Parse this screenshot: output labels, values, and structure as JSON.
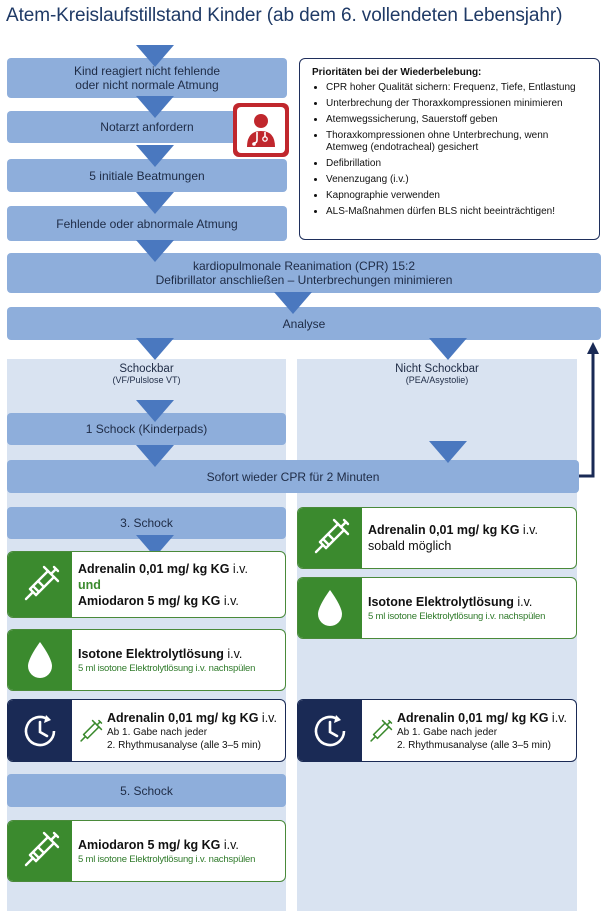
{
  "title": "Atem-Kreislaufstillstand Kinder (ab dem 6. vollendeten Lebensjahr)",
  "flow": {
    "step1": [
      "Kind reagiert nicht fehlende",
      "oder nicht normale Atmung"
    ],
    "step2": "Notarzt anfordern",
    "step3": "5 initiale Beatmungen",
    "step4": "Fehlende oder abnormale Atmung",
    "step5": [
      "kardiopulmonale Reanimation (CPR) 15:2",
      "Defibrillator anschließen – Unterbrechungen minimieren"
    ],
    "step6": "Analyse"
  },
  "priorities": {
    "heading": "Prioritäten bei der Wiederbelebung:",
    "items": [
      "CPR hoher Qualität sichern: Frequenz, Tiefe, Entlastung",
      "Unterbrechung der Thoraxkompressionen minimieren",
      "Atemwegssicherung, Sauerstoff geben",
      "Thoraxkompressionen ohne Unterbrechung, wenn Atemweg (endotracheal) gesichert",
      "Defibrillation",
      "Venenzugang (i.v.)",
      "Kapnographie verwenden",
      "ALS-Maßnahmen dürfen BLS nicht beeinträchtigen!"
    ]
  },
  "left": {
    "heading": "Schockbar",
    "sub": "(VF/Pulslose VT)",
    "shock1": "1 Schock (Kinderpads)",
    "shock3": "3. Schock",
    "shock5": "5. Schock",
    "card1": {
      "line1_bold": "Adrenalin 0,01 mg/ kg KG",
      "line1_norm": " i.v.",
      "und": "und",
      "line2_bold": "Amiodaron 5 mg/ kg KG",
      "line2_norm": " i.v."
    },
    "card2": {
      "main": "Isotone Elektrolytlösung",
      "main_norm": " i.v.",
      "sub": "5 ml isotone Elektrolytlösung i.v. nachspülen"
    },
    "card3": {
      "main": "Adrenalin 0,01 mg/ kg KG",
      "main_norm": " i.v.",
      "l1": "Ab 1. Gabe nach jeder",
      "l2": "2. Rhythmusanalyse (alle 3–5 min)"
    },
    "card4": {
      "main": "Amiodaron 5 mg/ kg KG",
      "main_norm": " i.v.",
      "sub": "5 ml isotone Elektrolytlösung i.v. nachspülen"
    }
  },
  "right": {
    "heading": "Nicht Schockbar",
    "sub": "(PEA/Asystolie)",
    "card1": {
      "main": "Adrenalin 0,01 mg/ kg KG",
      "main_norm": " i.v.",
      "line2": "sobald möglich"
    },
    "card2": {
      "main": "Isotone Elektrolytlösung",
      "main_norm": " i.v.",
      "sub": "5 ml isotone Elektrolytlösung i.v. nachspülen"
    },
    "card3": {
      "main": "Adrenalin 0,01 mg/ kg KG",
      "main_norm": " i.v.",
      "l1": "Ab 1. Gabe nach jeder",
      "l2": "2. Rhythmusanalyse (alle 3–5 min)"
    }
  },
  "cpr": "Sofort wieder CPR für 2 Minuten",
  "icons": [
    "doctor-icon",
    "syringe-icon",
    "droplet-icon",
    "clock-icon"
  ],
  "colors": {
    "box": "#8eaedb",
    "panel": "#d9e3f1",
    "arrow": "#4a78bf",
    "green": "#3b8a2e",
    "navy": "#1a2a55",
    "doctor": "#c0272d"
  }
}
